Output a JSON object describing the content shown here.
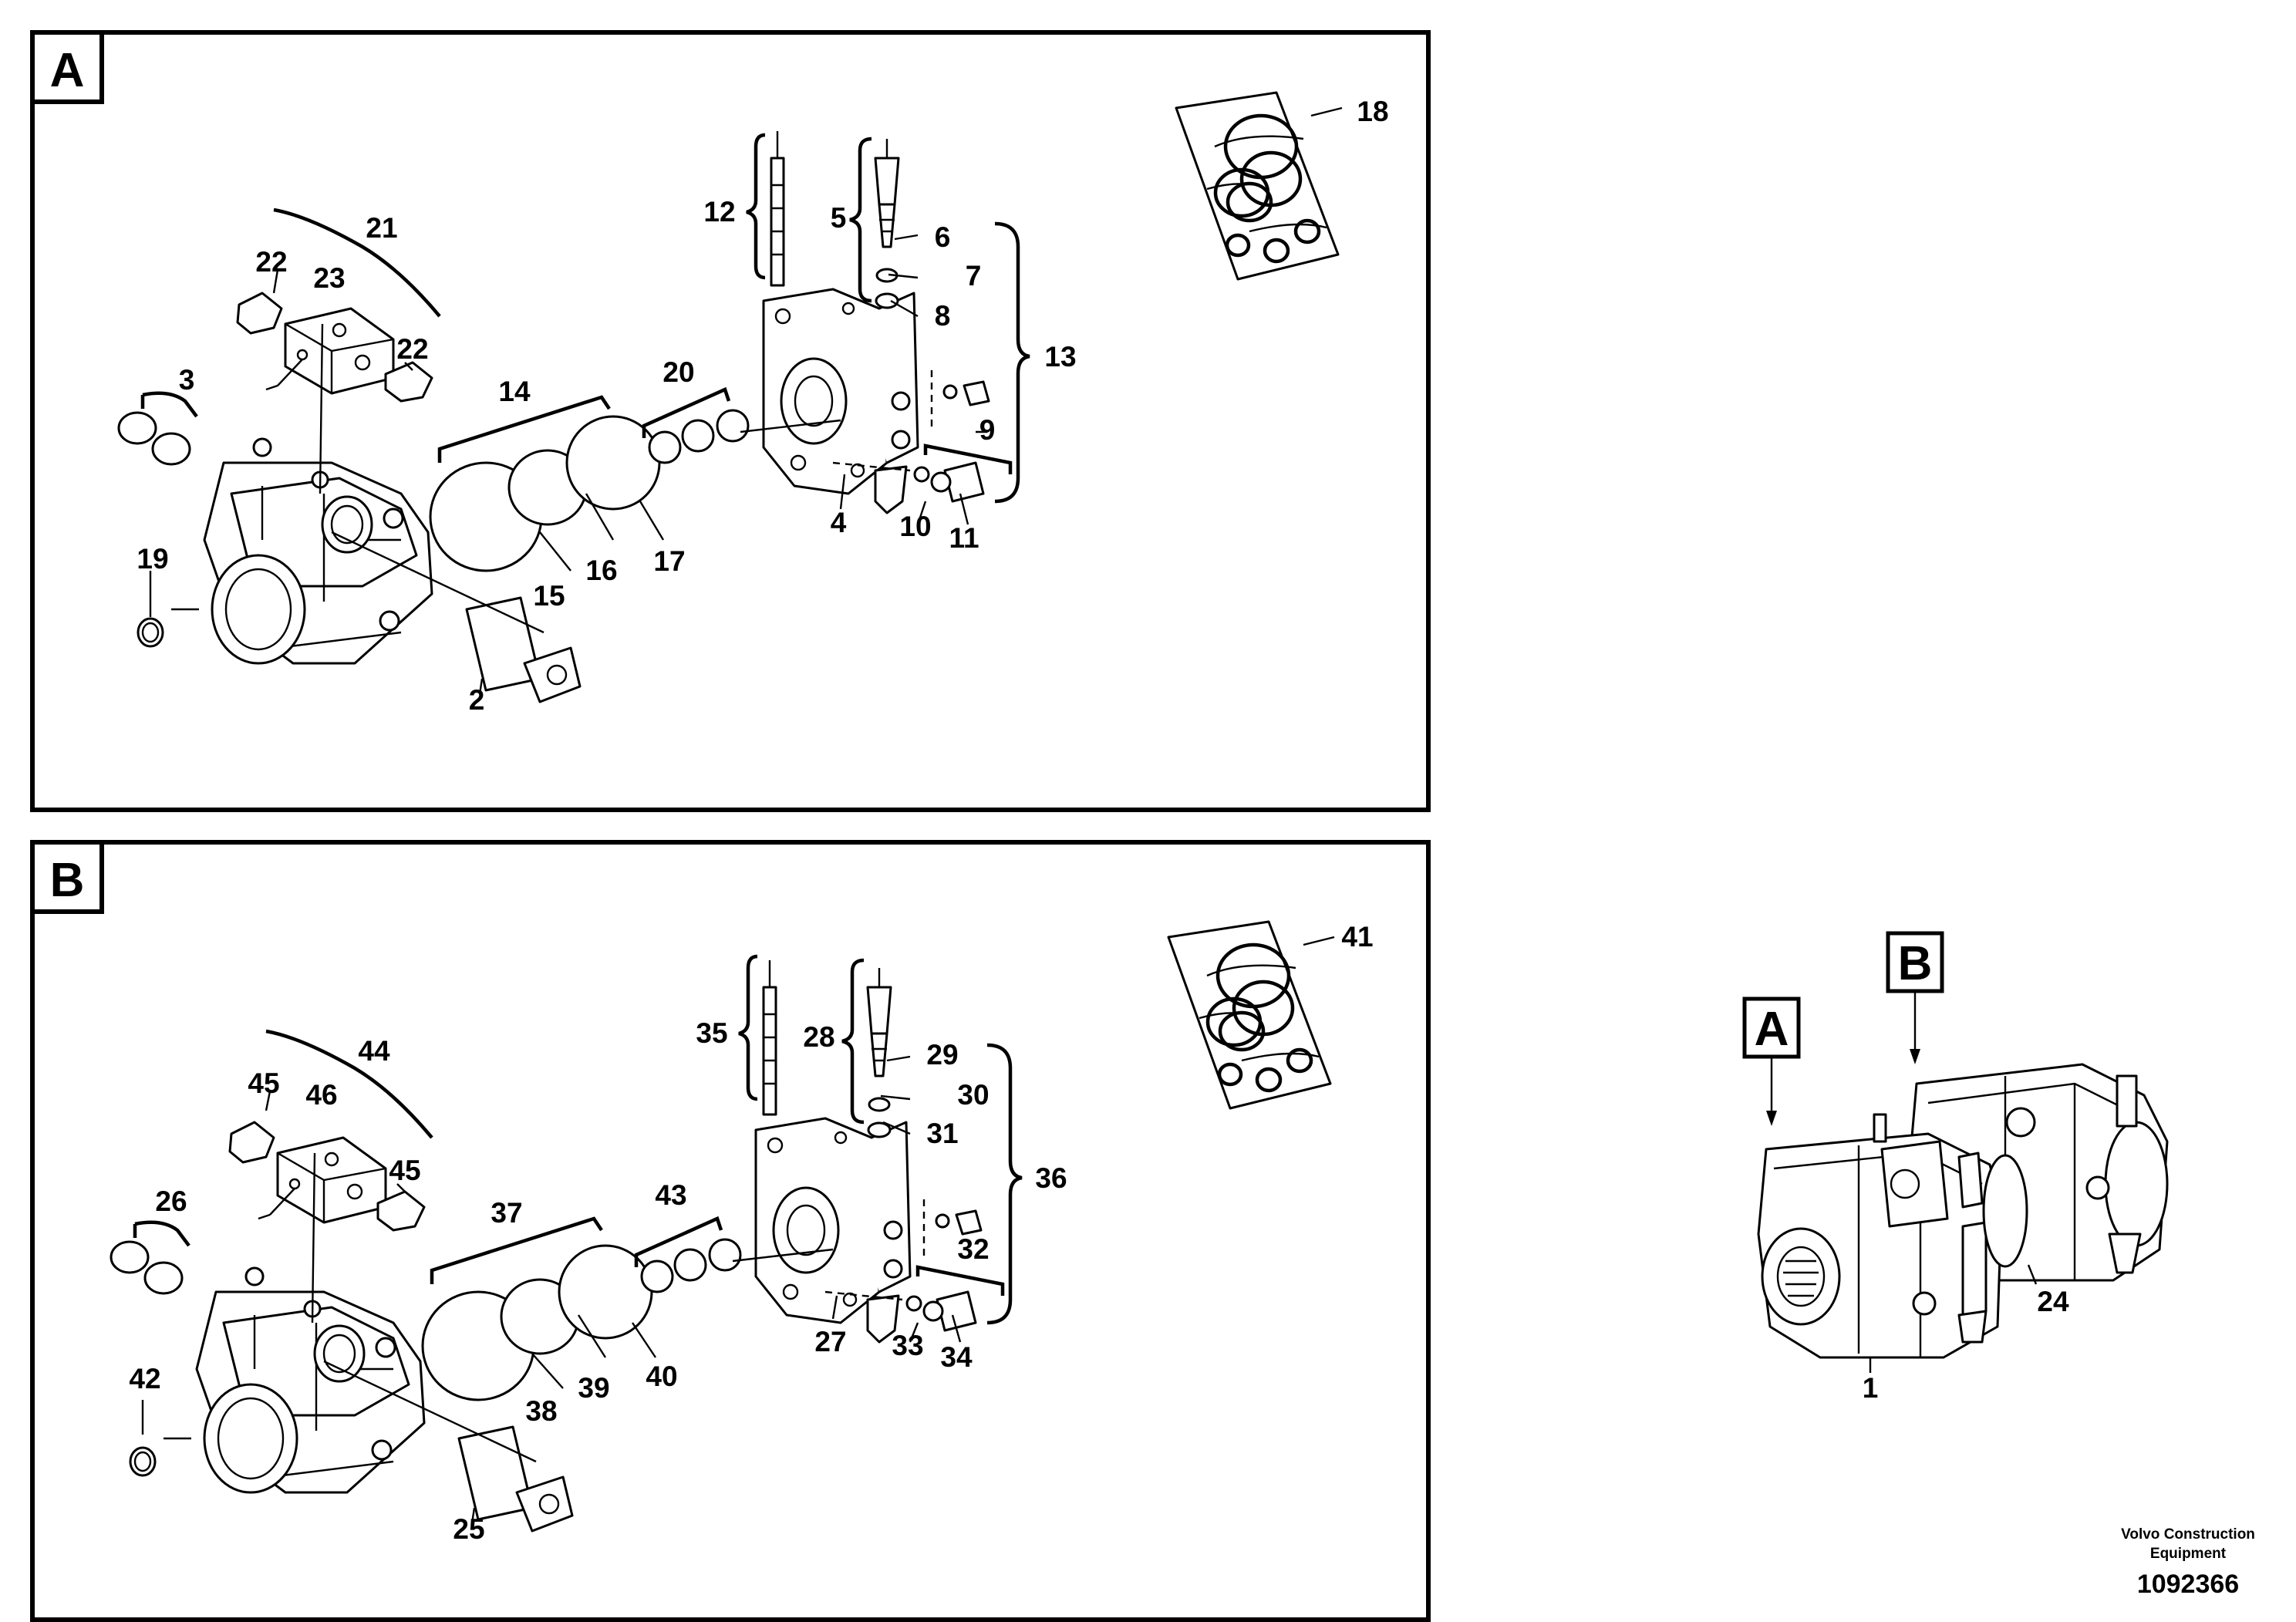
{
  "panels": {
    "a": {
      "tag": "A",
      "callouts": [
        "2",
        "3",
        "4",
        "5",
        "6",
        "7",
        "8",
        "9",
        "10",
        "11",
        "12",
        "13",
        "14",
        "15",
        "16",
        "17",
        "18",
        "19",
        "20",
        "21",
        "22",
        "22",
        "23"
      ]
    },
    "b": {
      "tag": "B",
      "callouts": [
        "25",
        "26",
        "27",
        "28",
        "29",
        "30",
        "31",
        "32",
        "33",
        "34",
        "35",
        "36",
        "37",
        "38",
        "39",
        "40",
        "41",
        "42",
        "43",
        "44",
        "45",
        "45",
        "46"
      ]
    }
  },
  "overview": {
    "tag_a": "A",
    "tag_b": "B",
    "callouts": [
      "1",
      "24"
    ]
  },
  "credit": {
    "line1": "Volvo Construction",
    "line2": "Equipment",
    "doc_number": "1092366"
  }
}
